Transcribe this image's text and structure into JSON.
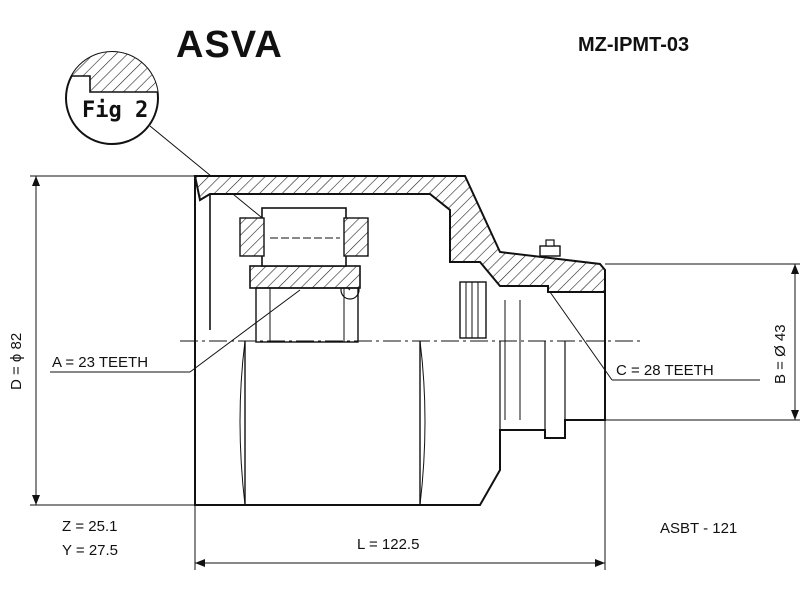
{
  "header": {
    "brand": "ASVA",
    "part_number": "MZ-IPMT-03"
  },
  "detail": {
    "label": "Fig 2"
  },
  "dimensions": {
    "A": "A = 23 TEETH",
    "C": "C = 28 TEETH",
    "D": "D = ϕ 82",
    "B": "B = Ø 43",
    "L": "L = 122.5",
    "Z": "Z = 25.1",
    "Y": "Y = 27.5"
  },
  "footer": {
    "reference": "ASBT - 121"
  }
}
